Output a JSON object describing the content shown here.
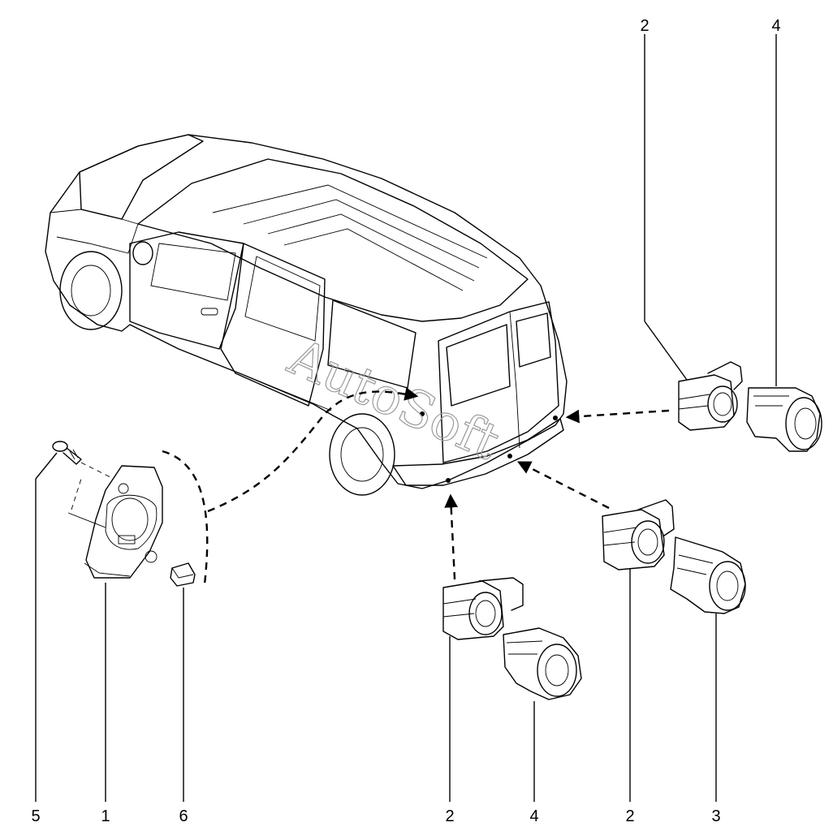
{
  "callouts": {
    "top_left": "2",
    "top_right": "4",
    "bottom_1": "5",
    "bottom_2": "1",
    "bottom_3": "6",
    "bottom_4": "2",
    "bottom_5": "4",
    "bottom_6": "2",
    "bottom_7": "3"
  },
  "watermark": "AutoSoft",
  "colors": {
    "line": "#000000",
    "background": "#ffffff",
    "watermark": "#9a9a9a"
  }
}
